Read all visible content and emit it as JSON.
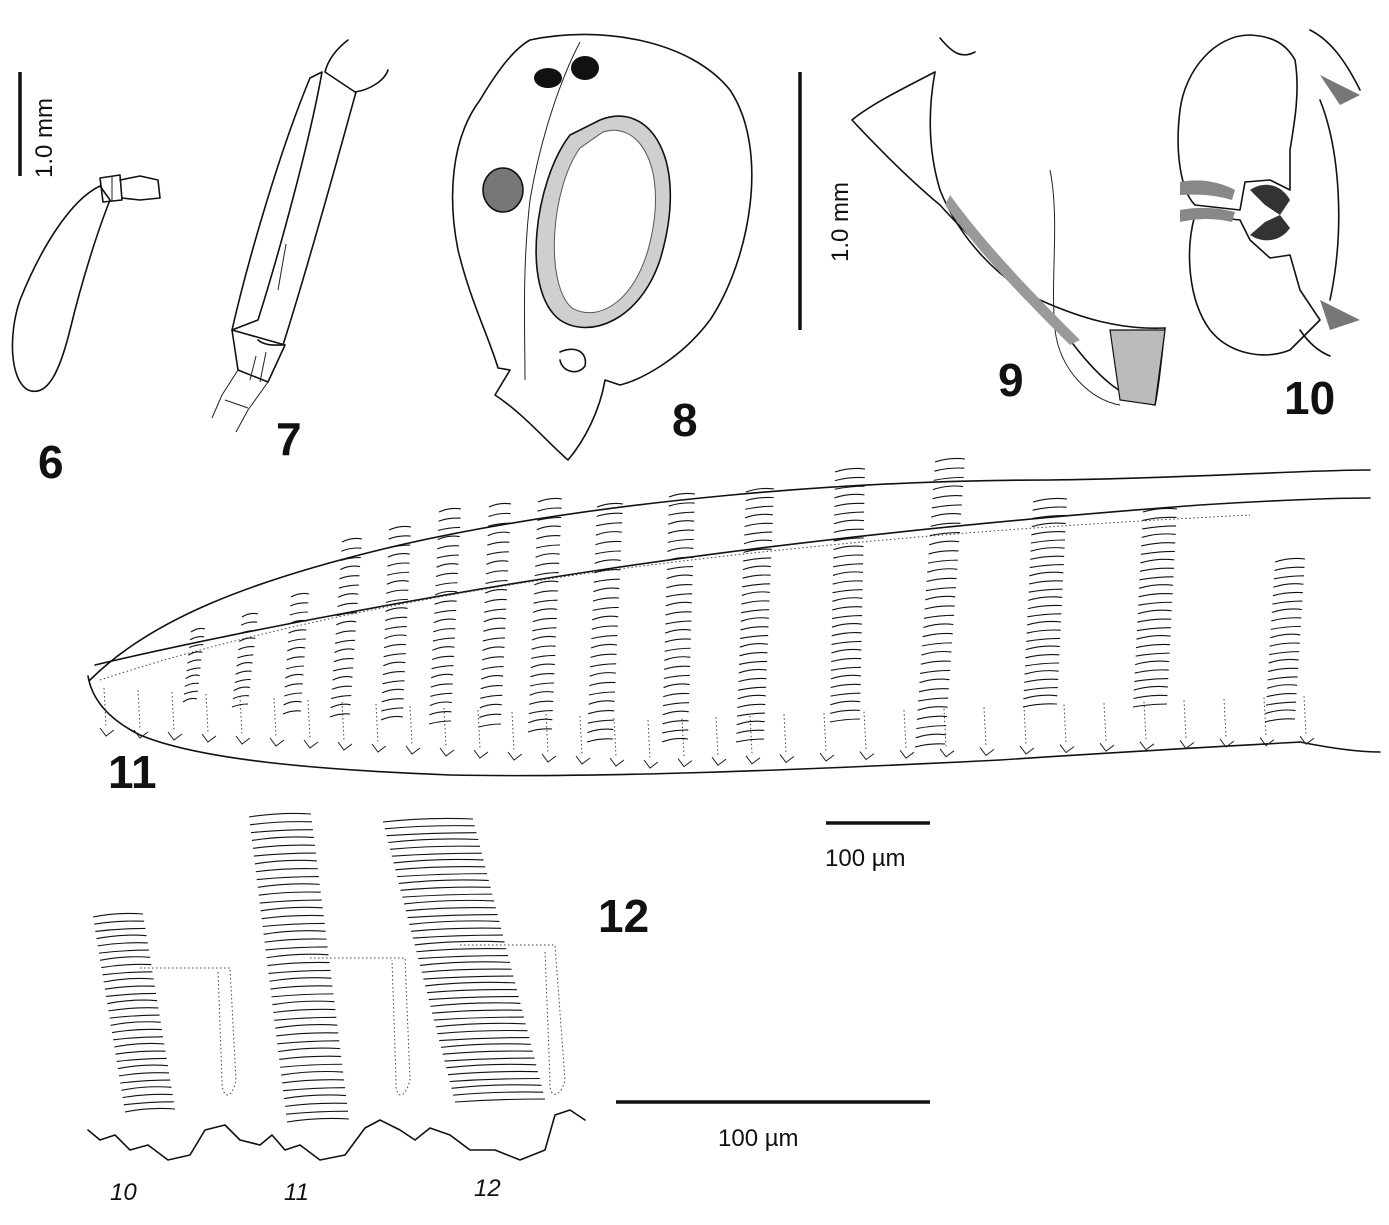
{
  "figure_labels": {
    "fig6": "6",
    "fig7": "7",
    "fig8": "8",
    "fig9": "9",
    "fig10": "10",
    "fig11": "11",
    "fig12": "12"
  },
  "scale_bars": {
    "mm_left": "1.0 mm",
    "mm_mid": "1.0 mm",
    "um_mid": "100 µm",
    "um_bottom": "100 µm"
  },
  "tooth_numbers": [
    "10",
    "11",
    "12"
  ],
  "colors": {
    "ink": "#111111",
    "background": "#ffffff"
  }
}
